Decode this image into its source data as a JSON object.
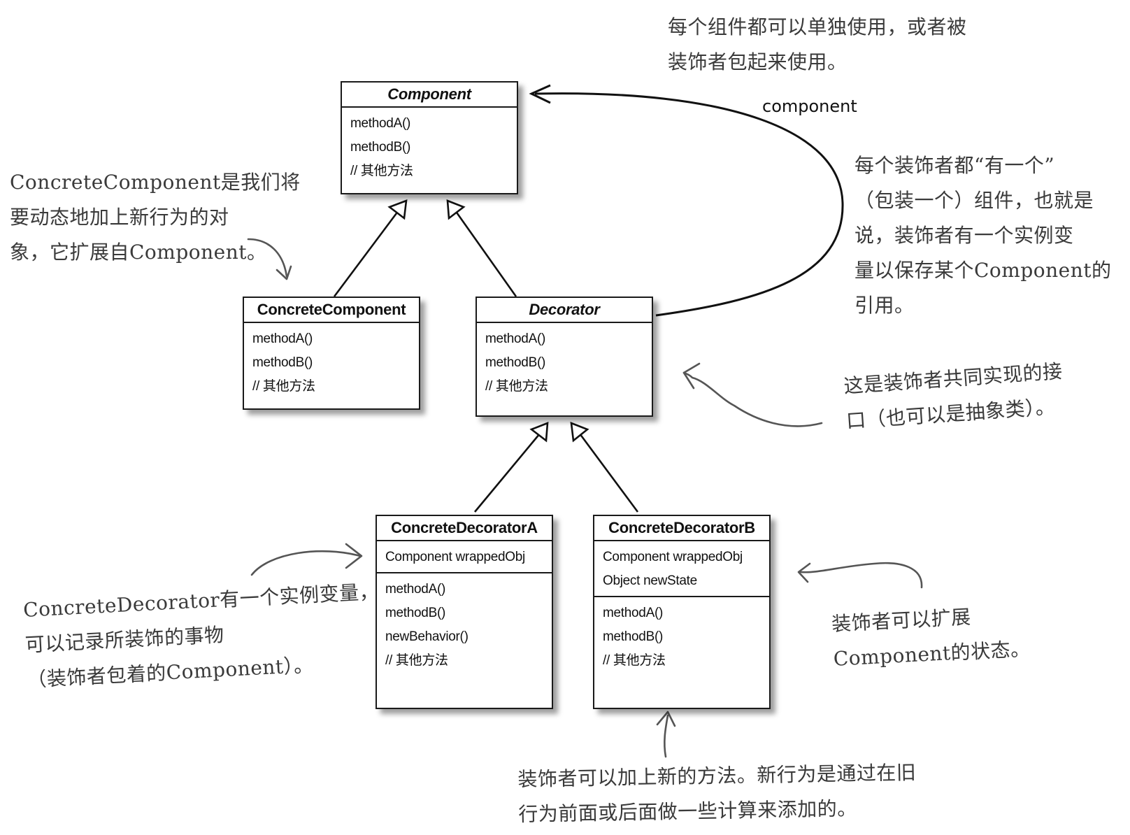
{
  "classes": {
    "component": {
      "name": "Component",
      "methods": [
        "methodA()",
        "methodB()",
        "// 其他方法"
      ]
    },
    "concrete_component": {
      "name": "ConcreteComponent",
      "methods": [
        "methodA()",
        "methodB()",
        "// 其他方法"
      ]
    },
    "decorator": {
      "name": "Decorator",
      "methods": [
        "methodA()",
        "methodB()",
        "// 其他方法"
      ]
    },
    "concrete_decorator_a": {
      "name": "ConcreteDecoratorA",
      "fields": [
        "Component wrappedObj"
      ],
      "methods": [
        "methodA()",
        "methodB()",
        "newBehavior()",
        "// 其他方法"
      ]
    },
    "concrete_decorator_b": {
      "name": "ConcreteDecoratorB",
      "fields": [
        "Component wrappedObj",
        "Object newState"
      ],
      "methods": [
        "methodA()",
        "methodB()",
        "// 其他方法"
      ]
    }
  },
  "association_label": "component",
  "notes": {
    "top": [
      "每个组件都可以单独使用，或者被",
      "装饰者包起来使用。"
    ],
    "left_top": [
      "ConcreteComponent是我们将",
      "要动态地加上新行为的对",
      "象，它扩展自Component。"
    ],
    "right_top": [
      "每个装饰者都“有一个”",
      "（包装一个）组件，也就是",
      "说，装饰者有一个实例变",
      "量以保存某个Component的",
      "引用。"
    ],
    "right_mid": [
      "这是装饰者共同实现的接",
      "口（也可以是抽象类）。"
    ],
    "left_bottom": [
      "ConcreteDecorator有一个实例变量，",
      "可以记录所装饰的事物",
      "（装饰者包着的Component）。"
    ],
    "right_bottom": [
      "装饰者可以扩展",
      "Component的状态。"
    ],
    "bottom": [
      "装饰者可以加上新的方法。新行为是通过在旧",
      "行为前面或后面做一些计算来添加的。"
    ]
  }
}
